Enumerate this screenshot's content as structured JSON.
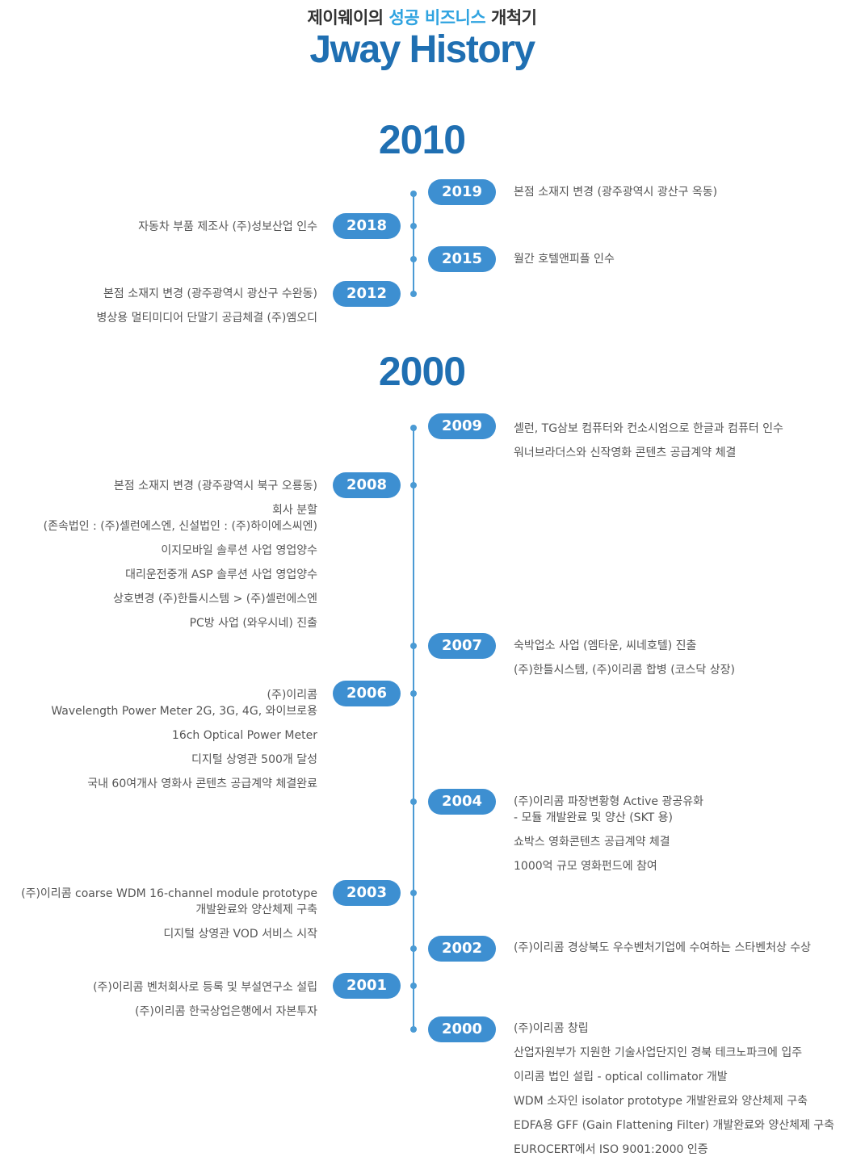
{
  "header": {
    "subtitle_pre": "제이웨이의 ",
    "subtitle_hl": "성공 비즈니스",
    "subtitle_post": " 개척기",
    "title": "Jway History"
  },
  "decades": [
    "2010",
    "2000"
  ],
  "years": {
    "y2019": "2019",
    "y2018": "2018",
    "y2015": "2015",
    "y2012": "2012",
    "y2009": "2009",
    "y2008": "2008",
    "y2007": "2007",
    "y2006": "2006",
    "y2004": "2004",
    "y2003": "2003",
    "y2002": "2002",
    "y2001": "2001",
    "y2000": "2000"
  },
  "events": {
    "e2019": [
      "본점 소재지 변경 (광주광역시 광산구 옥동)"
    ],
    "e2018": [
      "자동차 부품 제조사 (주)성보산업 인수"
    ],
    "e2015": [
      "월간 호텔앤피플 인수"
    ],
    "e2012": [
      "본점 소재지 변경 (광주광역시 광산구 수완동)",
      "병상용 멀티미디어 단말기 공급체결 (주)엠오디"
    ],
    "e2009": [
      "셀런, TG삼보 컴퓨터와 컨소시엄으로 한글과 컴퓨터 인수",
      "워너브라더스와 신작영화 콘텐츠 공급계약 체결"
    ],
    "e2008": [
      "본점 소재지 변경 (광주광역시 북구 오룡동)",
      "회사 분할 ",
      "(존속법인 : (주)셀런에스엔, 신설법인 : (주)하이에스씨엔)",
      "이지모바일 솔루션 사업 영업양수",
      "대리운전중개 ASP 솔루션 사업 영업양수",
      "상호변경 (주)한틀시스템 > (주)셀런에스엔",
      "PC방 사업 (와우시네) 진출"
    ],
    "e2007": [
      "숙박업소 사업 (엠타운, 씨네호텔) 진출",
      "(주)한틀시스템, (주)이리콤 합병 (코스닥 상장)"
    ],
    "e2006": [
      "(주)이리콤 ",
      "Wavelength Power Meter 2G, 3G, 4G, 와이브로용",
      "16ch Optical Power Meter",
      "디지털 상영관 500개 달성",
      "국내 60여개사 영화사 콘텐츠 공급계약 체결완료"
    ],
    "e2004": [
      "(주)이리콤 파장변황형 Active 광공유화",
      "- 모듈 개발완료 및 양산 (SKT 용)",
      "쇼박스 영화콘텐츠 공급계약 체결",
      "1000억 규모 영화펀드에 참여"
    ],
    "e2003": [
      "(주)이리콤 coarse WDM 16-channel module prototype",
      "개발완료와 양산체제 구축",
      "디지털 상영관 VOD 서비스 시작"
    ],
    "e2002": [
      "(주)이리콤 경상북도 우수벤처기업에 수여하는 스타벤처상 수상"
    ],
    "e2001": [
      "(주)이리콤 벤처회사로 등록 및 부설연구소 설립",
      "(주)이리콤 한국상업은행에서 자본투자"
    ],
    "e2000": [
      "(주)이리콤 창립",
      "산업자원부가 지원한 기술사업단지인 경북 테크노파크에 입주",
      "이리콤 법인 설립 - optical collimator 개발",
      "WDM 소자인 isolator prototype 개발완료와 양산체제 구축",
      "EDFA용 GFF (Gain Flattening Filter) 개발완료와 양산체제 구축",
      "EUROCERT에서 ISO 9001:2000 인증"
    ]
  }
}
